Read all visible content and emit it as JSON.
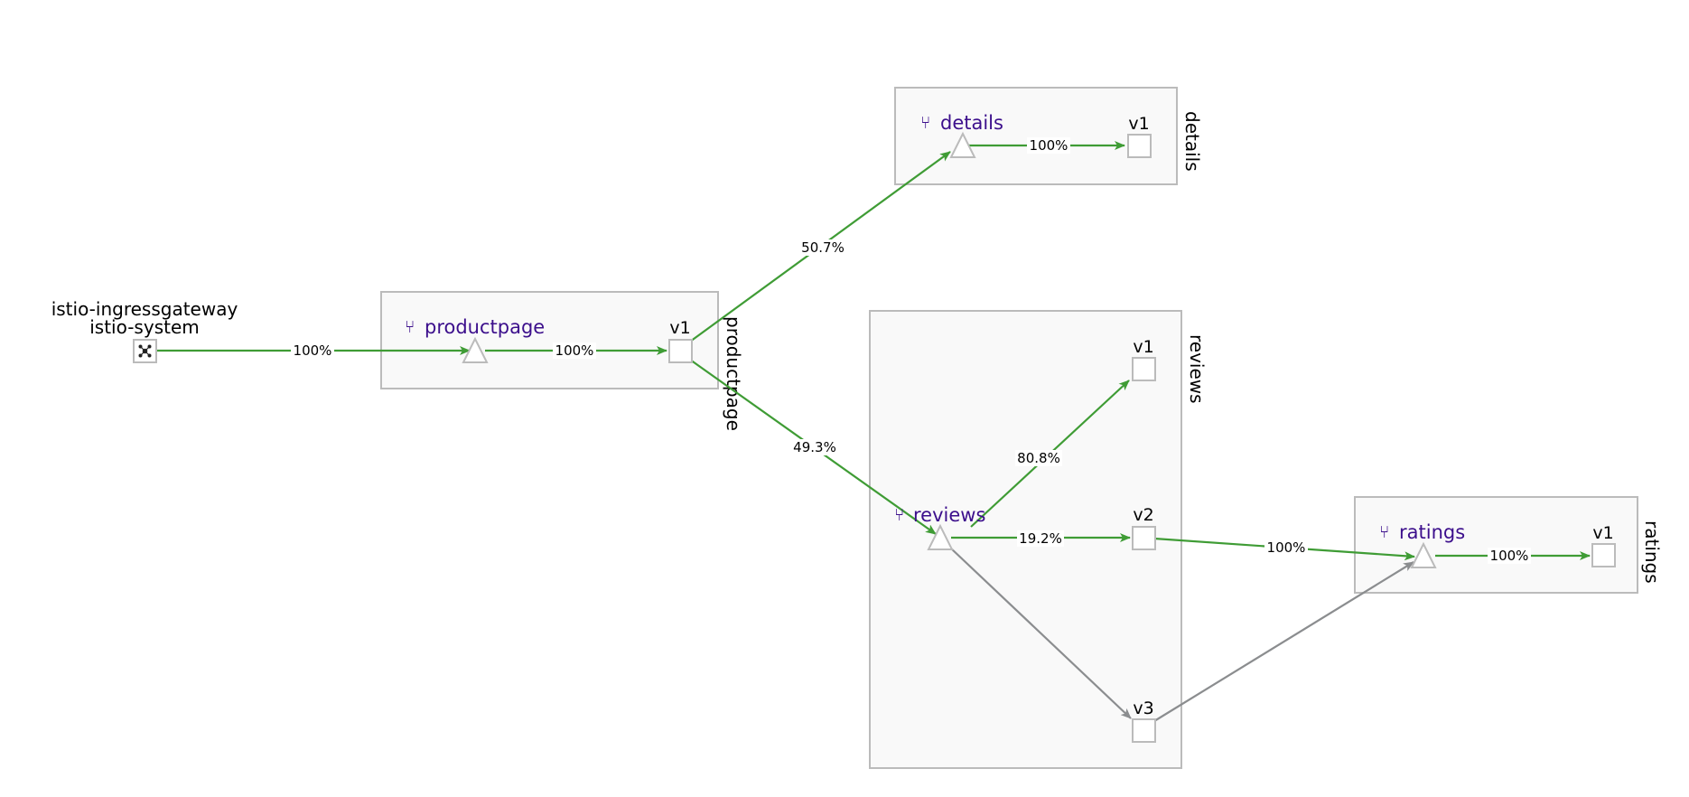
{
  "gateway": {
    "name": "istio-ingressgateway",
    "namespace": "istio-system",
    "icon": "gateway-icon"
  },
  "apps": {
    "productpage": {
      "service_label": "productpage",
      "app_label": "productpage",
      "versions": [
        "v1"
      ]
    },
    "details": {
      "service_label": "details",
      "app_label": "details",
      "versions": [
        "v1"
      ]
    },
    "reviews": {
      "service_label": "reviews",
      "app_label": "reviews",
      "versions": [
        "v1",
        "v2",
        "v3"
      ]
    },
    "ratings": {
      "service_label": "ratings",
      "app_label": "ratings",
      "versions": [
        "v1"
      ]
    }
  },
  "service_icon": "branch-icon",
  "edges": {
    "gateway_to_productpage": "100%",
    "productpage_svc_to_v1": "100%",
    "productpage_to_details": "50.7%",
    "productpage_to_reviews": "49.3%",
    "details_svc_to_v1": "100%",
    "reviews_svc_to_v1": "80.8%",
    "reviews_svc_to_v2": "19.2%",
    "reviews_v2_to_ratings": "100%",
    "ratings_svc_to_v1": "100%"
  },
  "colors": {
    "healthy_edge": "#3f9c35",
    "idle_edge": "#8b8d8f",
    "service_text": "#3c0f8c",
    "box_border": "#bbbbbb",
    "box_fill": "#f9f9f9"
  }
}
